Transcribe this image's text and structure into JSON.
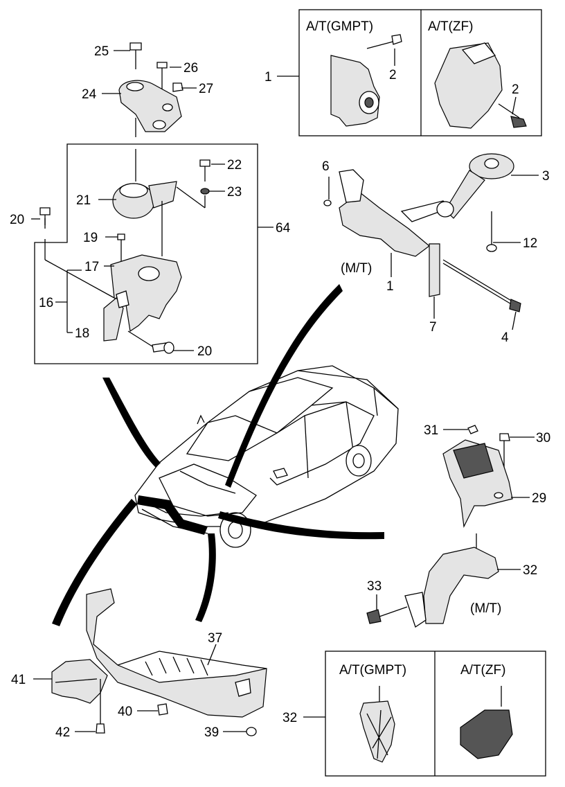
{
  "labels": {
    "n1a": "1",
    "n1b": "1",
    "n2a": "2",
    "n2b": "2",
    "n3": "3",
    "n4": "4",
    "n6": "6",
    "n7": "7",
    "n12": "12",
    "n16": "16",
    "n17": "17",
    "n18": "18",
    "n19": "19",
    "n20a": "20",
    "n20b": "20",
    "n21": "21",
    "n22": "22",
    "n23": "23",
    "n24": "24",
    "n25": "25",
    "n26": "26",
    "n27": "27",
    "n29": "29",
    "n30": "30",
    "n31": "31",
    "n32a": "32",
    "n32b": "32",
    "n33": "33",
    "n37": "37",
    "n39": "39",
    "n40": "40",
    "n41": "41",
    "n42": "42",
    "n64": "64"
  },
  "variants": {
    "top_gmpt": "A/T(GMPT)",
    "top_zf": "A/T(ZF)",
    "bottom_gmpt": "A/T(GMPT)",
    "bottom_zf": "A/T(ZF)",
    "mt_upper": "(M/T)",
    "mt_lower": "(M/T)"
  }
}
